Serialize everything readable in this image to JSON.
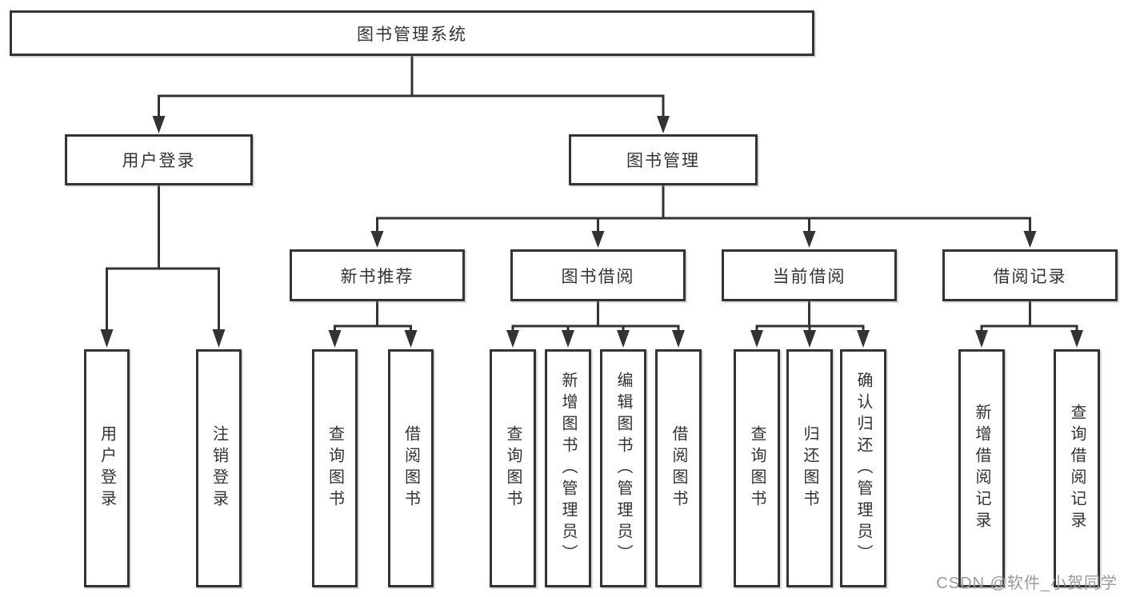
{
  "tree": {
    "root": "图书管理系统",
    "level2": [
      {
        "label": "用户登录"
      },
      {
        "label": "图书管理"
      }
    ],
    "level3": [
      {
        "label": "新书推荐"
      },
      {
        "label": "图书借阅"
      },
      {
        "label": "当前借阅"
      },
      {
        "label": "借阅记录"
      }
    ],
    "leafGroups": [
      {
        "parent": "用户登录",
        "items": [
          "用户登录",
          "注销登录"
        ]
      },
      {
        "parent": "新书推荐",
        "items": [
          "查询图书",
          "借阅图书"
        ]
      },
      {
        "parent": "图书借阅",
        "items": [
          "查询图书",
          "新增图书（管理员）",
          "编辑图书（管理员）",
          "借阅图书"
        ]
      },
      {
        "parent": "当前借阅",
        "items": [
          "查询图书",
          "归还图书",
          "确认归还（管理员）"
        ]
      },
      {
        "parent": "借阅记录",
        "items": [
          "新增借阅记录",
          "查询借阅记录"
        ]
      }
    ]
  },
  "watermark": "CSDN @软件_小贺同学",
  "colors": {
    "line": "#333333",
    "box_border": "#333333",
    "text": "#333333",
    "watermark": "#9a9a9a",
    "background": "#ffffff"
  }
}
